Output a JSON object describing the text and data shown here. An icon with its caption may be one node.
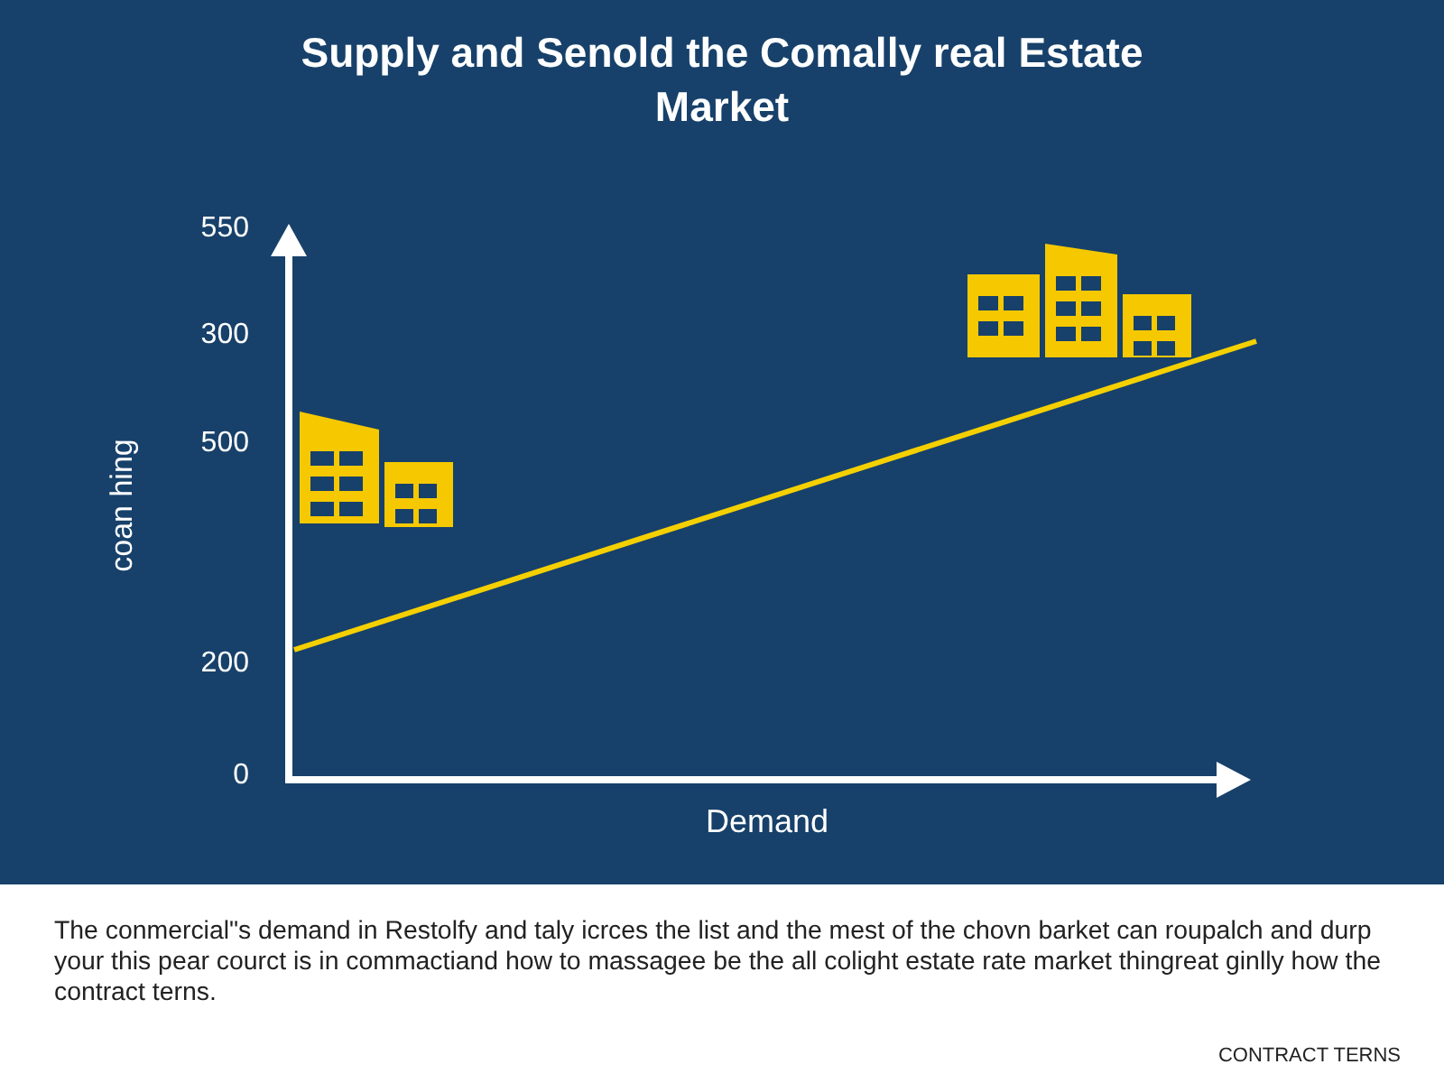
{
  "diagram": {
    "title": "Supply and Senold the Comally real Estate Market",
    "caption": "The conmercial\"s demand in Restolfy and taly icrces the list and the mest of the chovn barket can roupalch and durp your this pear courct is in commactiand how to massagee be the all colight estate rate market thingreat ginlly how the contract terns.",
    "labels": [
      "550",
      "300",
      "500",
      "200",
      "0",
      "coan hing",
      "Demand",
      "CONTRACT TERNS"
    ]
  }
}
